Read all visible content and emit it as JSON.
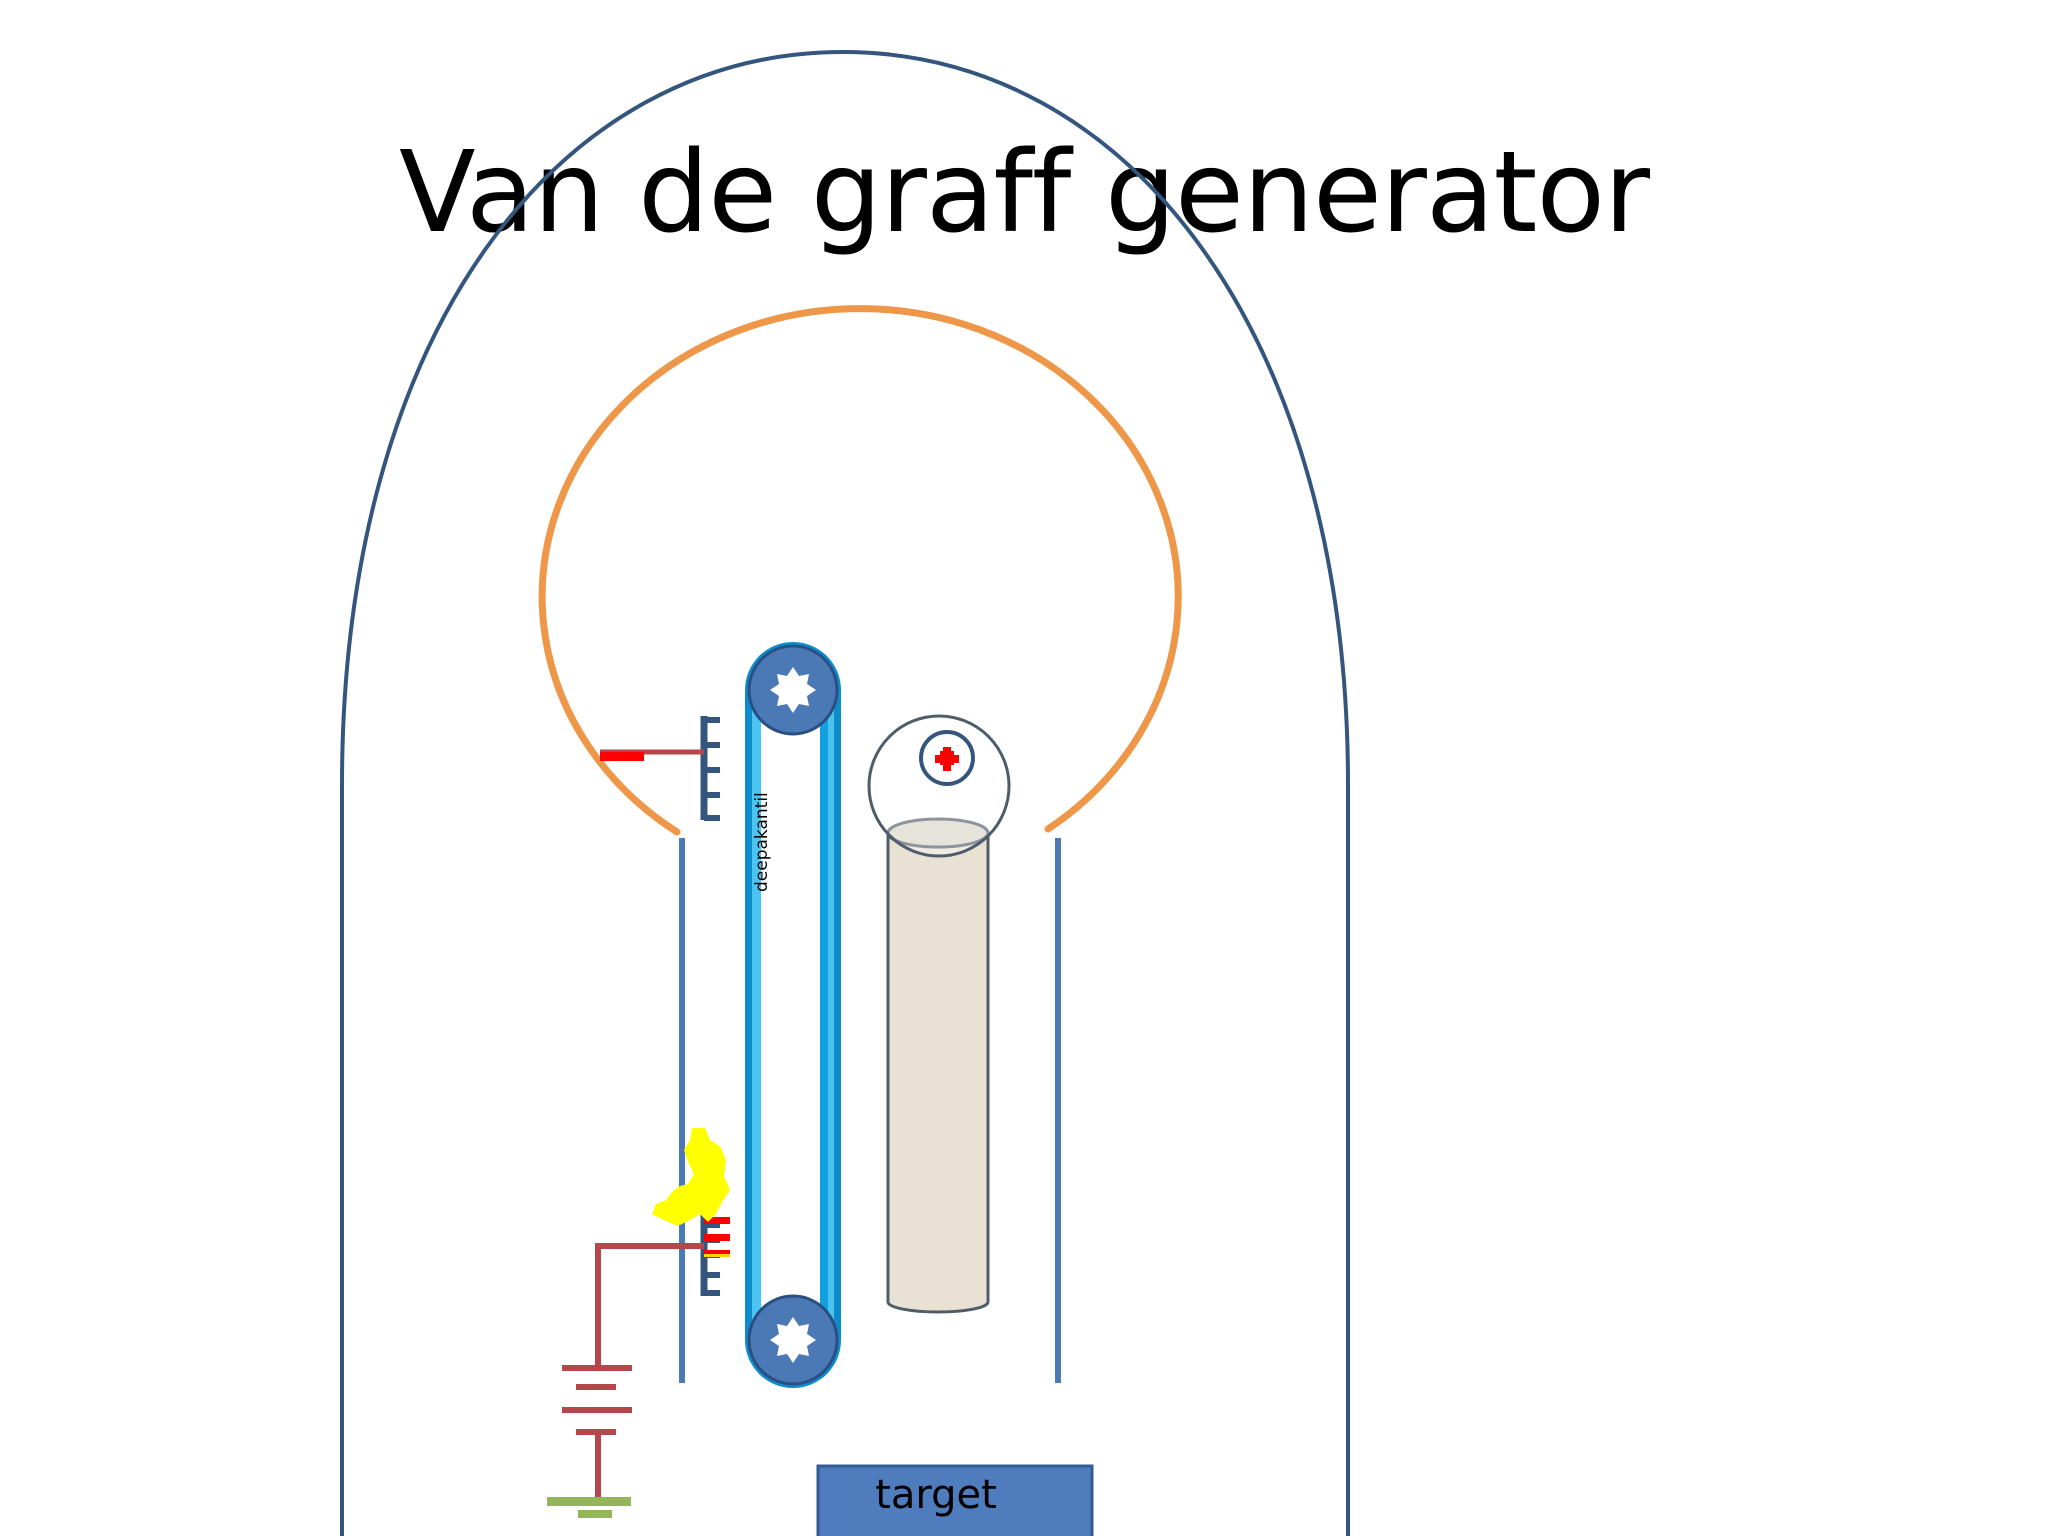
{
  "title": "Van de graff generator",
  "target_label": "target",
  "watermark": "deepakantil",
  "colors": {
    "chamber": "#34567e",
    "terminal": "#ef9748",
    "belt": "#1a9bd8",
    "pulley": "#4a79b6",
    "wire": "#b5464a",
    "comb_spray": "#ff0000",
    "spark": "#ffff00",
    "ground": "#95b55a",
    "ion_tube": "#e9e2d4",
    "target": "#4f7cbd"
  },
  "icons": {
    "positive_ion": "plus-icon",
    "pulley": "star-icon"
  }
}
